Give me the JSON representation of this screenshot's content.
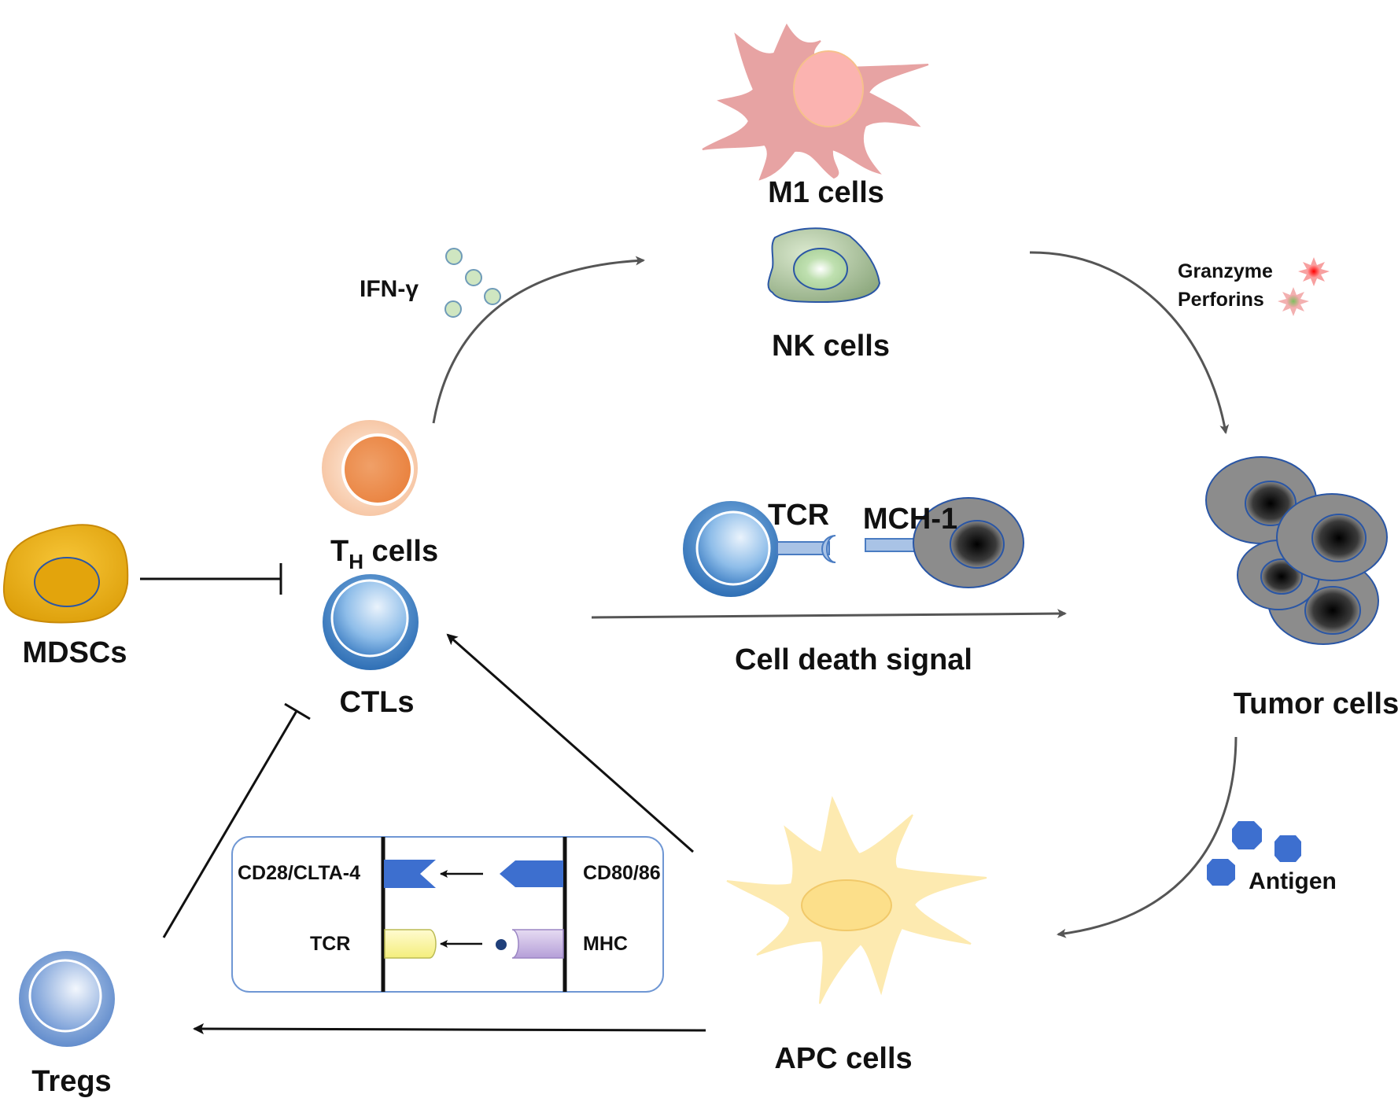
{
  "cells": {
    "m1": "M1 cells",
    "nk": "NK cells",
    "th_main": "T",
    "th_sub": "H",
    "th_rest": " cells",
    "ctl": "CTLs",
    "mdsc": "MDSCs",
    "tumor": "Tumor cells",
    "apc": "APC cells",
    "treg": "Tregs"
  },
  "signals": {
    "ifn": "IFN-γ",
    "granzyme": "Granzyme",
    "perforins": "Perforins",
    "tcr": "TCR",
    "mch": "MCH-1",
    "cell_death": "Cell death signal",
    "antigen": "Antigen"
  },
  "synapse": {
    "cd28": "CD28/CLTA-4",
    "cd80": "CD80/86",
    "tcr": "TCR",
    "mhc": "MHC"
  },
  "colors": {
    "m1_cell": "#e8a3a3",
    "nk_cell": "#b9d1a8",
    "th_cell": "#ee8d4f",
    "ctl_cell": "#4e8fd0",
    "mdsc_cell": "#e6ac10",
    "tumor_cell": "#8c8c8c",
    "apc_cell": "#fde9a6",
    "antigen": "#3d6fcf",
    "granzyme": "#e01010",
    "perforins": "#8dc26f"
  }
}
